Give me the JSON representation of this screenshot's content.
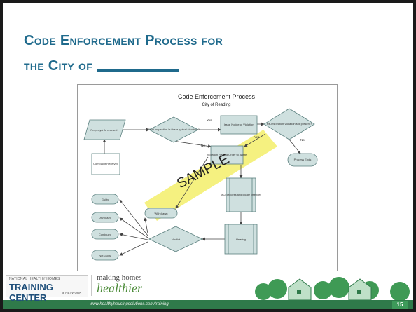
{
  "slide": {
    "title_line1": "Code Enforcement Process for",
    "title_line2": "the City of"
  },
  "diagram": {
    "title": "Code Enforcement Process",
    "subtitle": "City of Reading",
    "watermark": "SAMPLE",
    "nodes": {
      "property_info": "Property/info research",
      "complaint": "Complaint Received",
      "field_inspection": "Field Inspection Is this a typical situation?",
      "notice": "Issue Notice of Violation",
      "reinspection": "Re-inspection Violation still present?",
      "process_ends": "Process Ends",
      "violation_record": "Violation Record/Order to Abate",
      "withdrawn": "Withdrawn",
      "mci": "MCI process and locate offender",
      "guilty": "Guilty",
      "dismissed": "Dismissed",
      "continued": "Continued",
      "not_guilty": "Not Guilty",
      "verdict": "Verdict",
      "hearing": "Hearing"
    },
    "edge_labels": {
      "yes1": "Yes",
      "no1": "No",
      "yes2": "Yes",
      "no2": "No"
    }
  },
  "footer": {
    "logo_small": "NATIONAL HEALTHY HOMES",
    "logo_main": "TRAINING CENTER",
    "logo_sub": "& NETWORK",
    "partner_line1": "making homes",
    "partner_line2": "healthier",
    "url": "www.healthyhousingsolutions.com/training",
    "page_number": "15"
  },
  "colors": {
    "title": "#1f6a8c",
    "footer_green": "#2f7a4a",
    "node_fill": "#cfe0df",
    "node_stroke": "#5a7f7e",
    "highlight": "#f3ef6a"
  }
}
